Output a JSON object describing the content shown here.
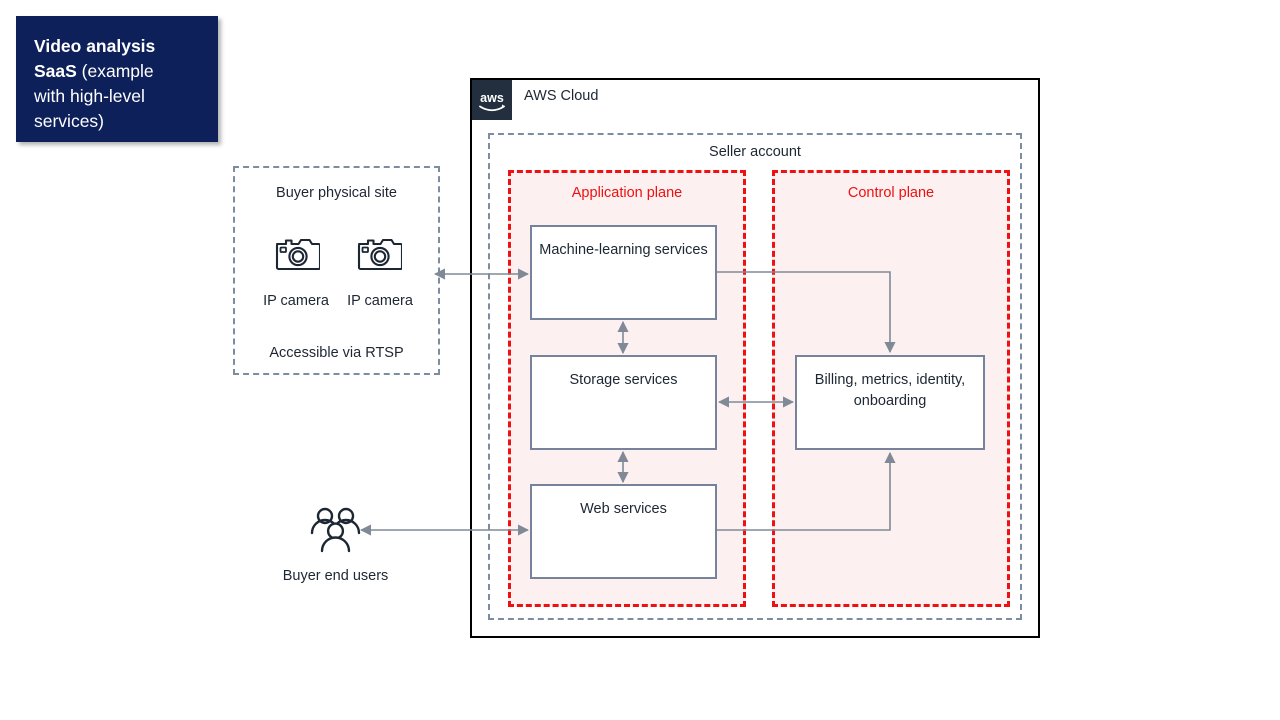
{
  "title_card": {
    "line_bold": "Video analysis",
    "line_bold_2": "SaaS",
    "line_rest": " (example",
    "line_3": "with high-level",
    "line_4": "services)",
    "background": "#0d2059",
    "text_color": "#ffffff"
  },
  "cloud": {
    "label": "AWS Cloud",
    "logo_text": "aws",
    "logo_background": "#232f3e",
    "border_color": "#000000"
  },
  "seller_account": {
    "label": "Seller account",
    "border_color": "#7d8da1"
  },
  "planes": [
    {
      "id": "application-plane",
      "label": "Application plane",
      "border_color": "#ee1111",
      "fill_color": "#fdf0f0"
    },
    {
      "id": "control-plane",
      "label": "Control plane",
      "border_color": "#ee1111",
      "fill_color": "#fdf0f0"
    }
  ],
  "services": {
    "ml": {
      "label": "Machine-learning services"
    },
    "storage": {
      "label": "Storage services"
    },
    "web": {
      "label": "Web services"
    },
    "billing": {
      "label": "Billing, metrics, identity, onboarding"
    },
    "border_color": "#76839a",
    "fill_color": "#ffffff"
  },
  "buyer_site": {
    "label": "Buyer physical site",
    "border_color": "#7d8da1",
    "cameras": [
      {
        "icon": "camera-icon",
        "label": "IP camera"
      },
      {
        "icon": "camera-icon",
        "label": "IP camera"
      }
    ],
    "note": "Accessible via RTSP"
  },
  "end_users": {
    "icon": "users-group-icon",
    "label": "Buyer end users"
  },
  "connectors": {
    "color": "#808a96",
    "items": [
      {
        "name": "cameras-to-ml",
        "direction": "bidirectional"
      },
      {
        "name": "ml-to-storage",
        "direction": "bidirectional"
      },
      {
        "name": "storage-to-web",
        "direction": "bidirectional"
      },
      {
        "name": "ml-to-billing",
        "direction": "unidirectional"
      },
      {
        "name": "storage-to-billing",
        "direction": "bidirectional"
      },
      {
        "name": "web-to-billing",
        "direction": "unidirectional"
      },
      {
        "name": "web-to-end-users",
        "direction": "bidirectional"
      }
    ]
  }
}
